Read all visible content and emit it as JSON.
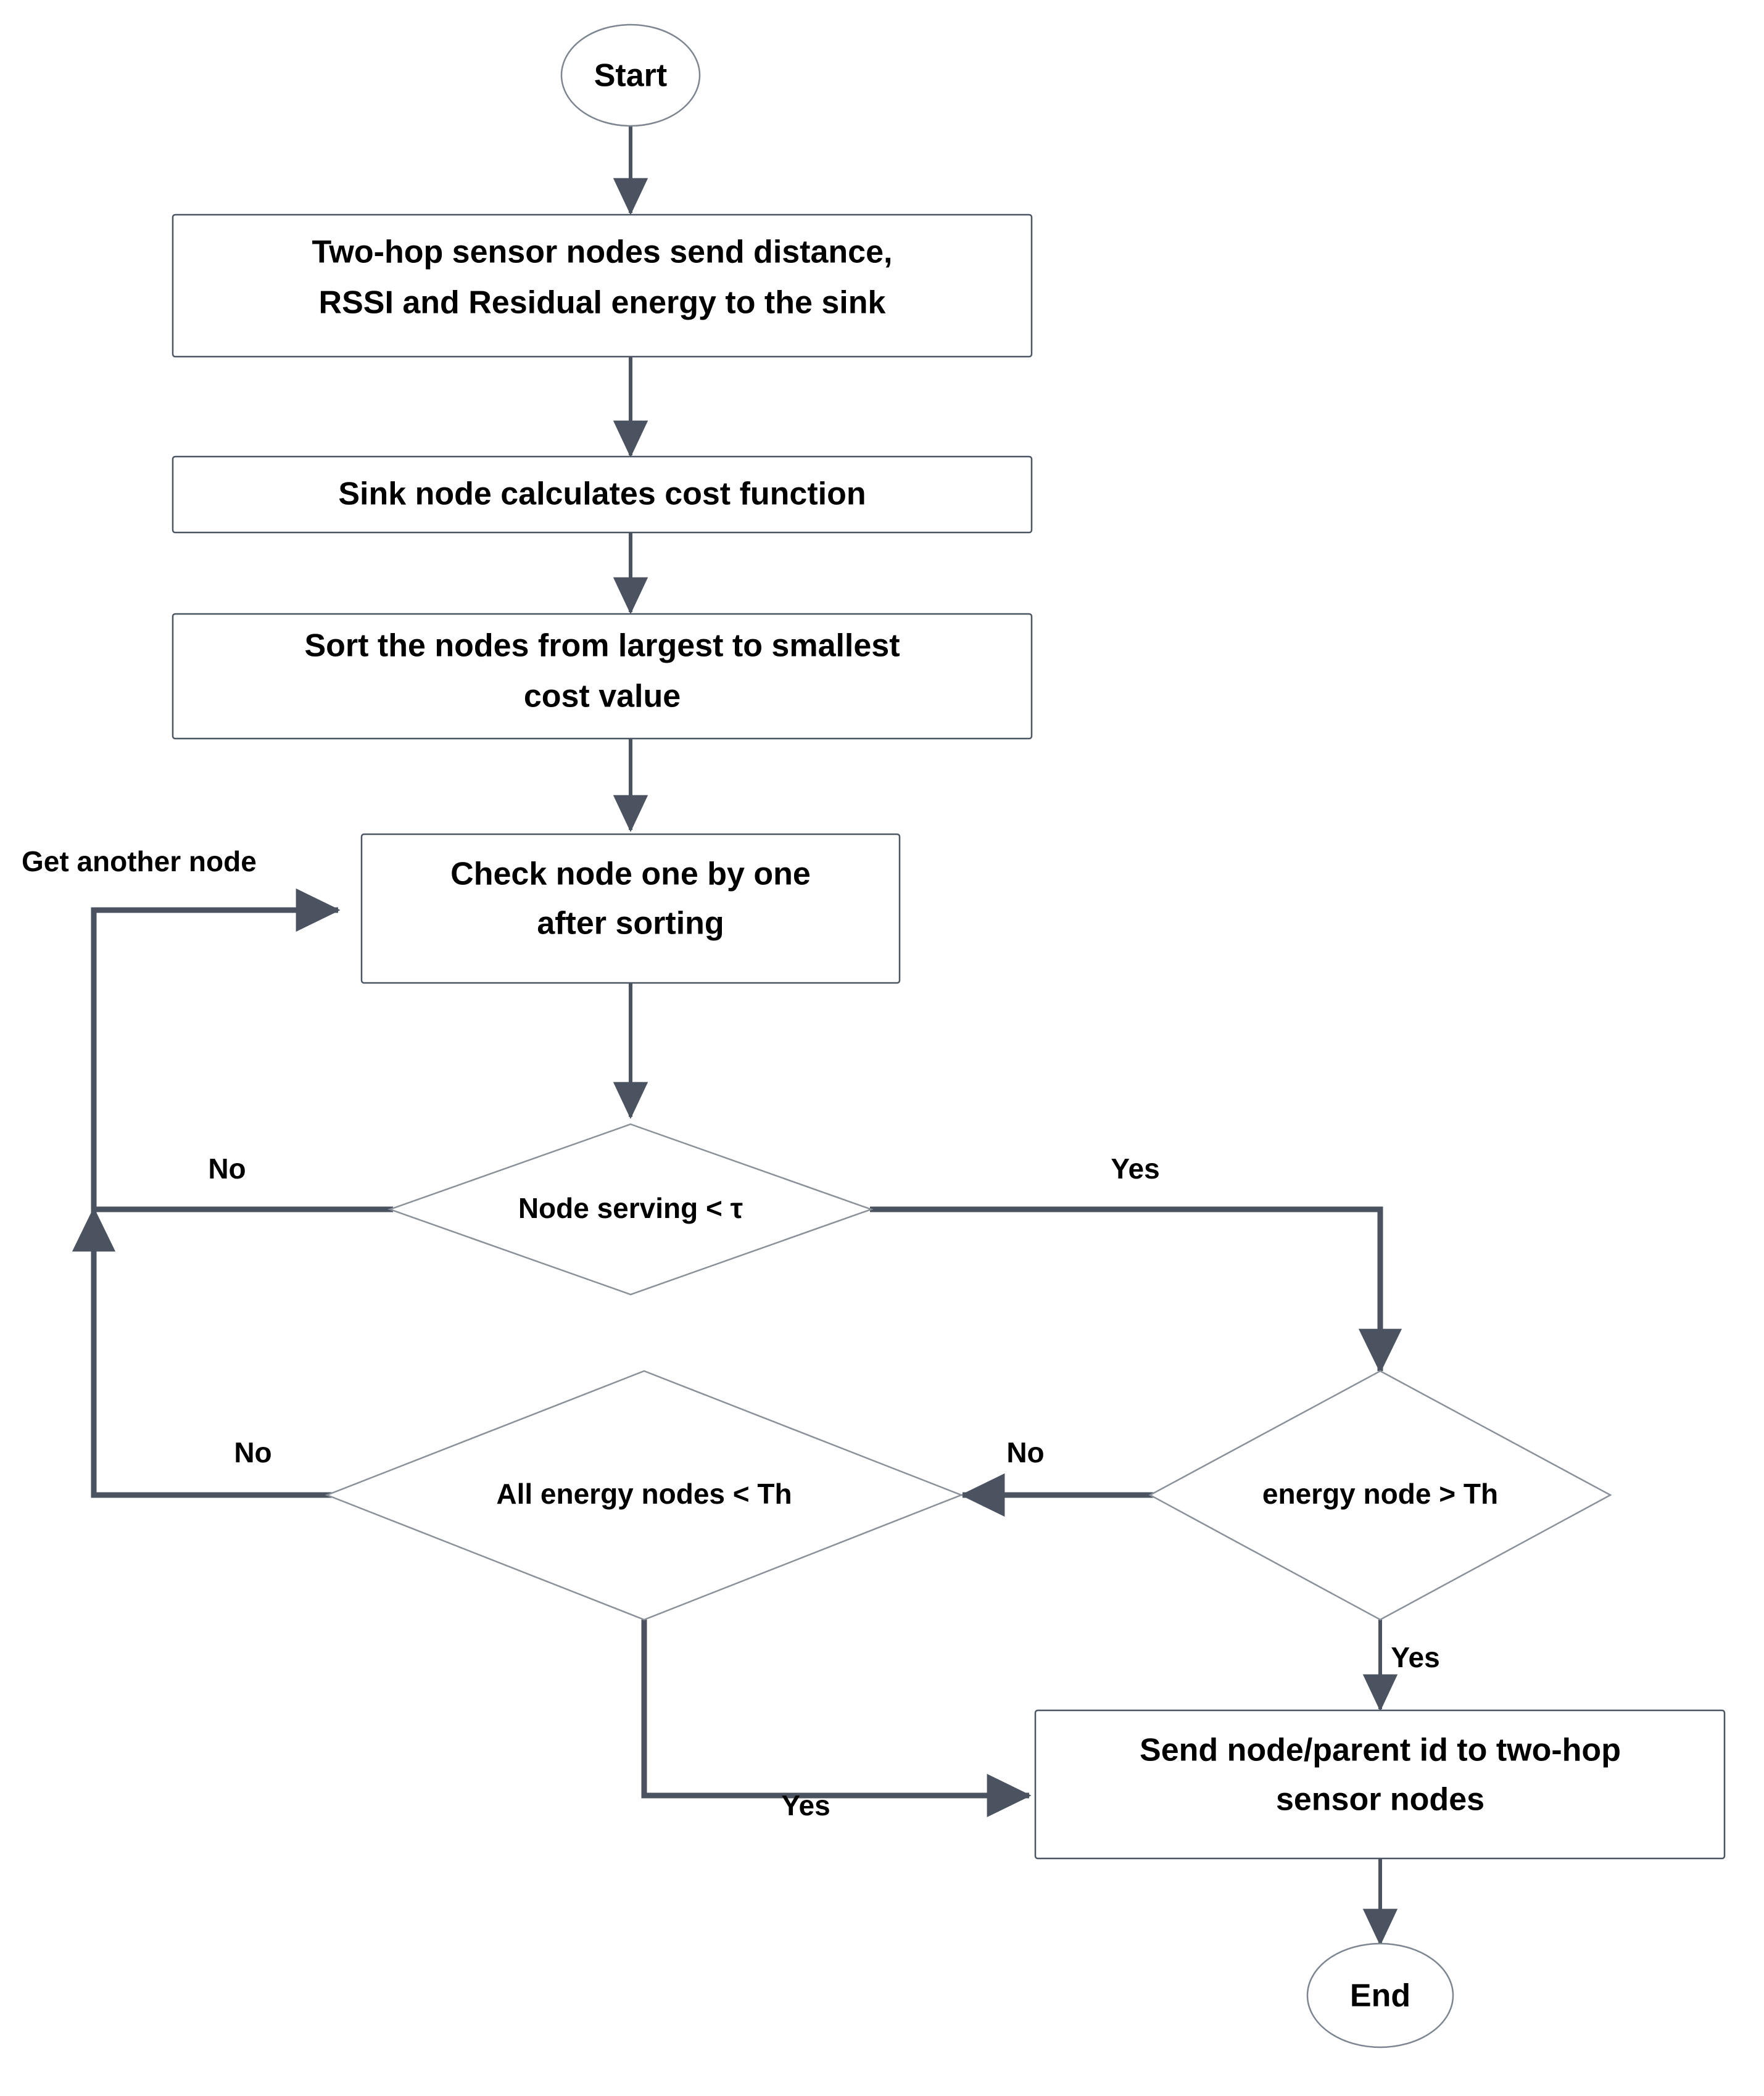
{
  "diagram": {
    "type": "flowchart",
    "title": "Two-hop sensor node parent selection flowchart",
    "colors": {
      "background": "#ffffff",
      "node_fill": "#ffffff",
      "node_stroke": "#7d8590",
      "connector": "#4a535f",
      "text": "#000000"
    },
    "nodes": {
      "start": {
        "label": "Start",
        "shape": "oval"
      },
      "send_metrics": {
        "line1": "Two-hop sensor nodes send distance,",
        "line2": "RSSI and Residual energy to the sink",
        "shape": "process"
      },
      "cost_function": {
        "line1": "Sink node calculates cost function",
        "shape": "process"
      },
      "sort_nodes": {
        "line1": "Sort the nodes from largest to smallest",
        "line2": "cost value",
        "shape": "process"
      },
      "check_node": {
        "line1": "Check node one by one",
        "line2": "after sorting",
        "shape": "process"
      },
      "node_serving": {
        "label": "Node serving < τ",
        "shape": "decision"
      },
      "all_energy_nodes": {
        "label": "All energy nodes < Th",
        "shape": "decision"
      },
      "energy_node": {
        "label": "energy node > Th",
        "shape": "decision"
      },
      "send_parent_id": {
        "line1": "Send node/parent id to two-hop",
        "line2": "sensor nodes",
        "shape": "process"
      },
      "end": {
        "label": "End",
        "shape": "oval"
      }
    },
    "edge_labels": {
      "get_another_node": "Get another node",
      "node_serving_no": "No",
      "node_serving_yes": "Yes",
      "all_energy_no": "No",
      "all_energy_yes": "Yes",
      "energy_node_no": "No",
      "energy_node_yes": "Yes"
    },
    "edges": [
      {
        "from": "start",
        "to": "send_metrics",
        "label": ""
      },
      {
        "from": "send_metrics",
        "to": "cost_function",
        "label": ""
      },
      {
        "from": "cost_function",
        "to": "sort_nodes",
        "label": ""
      },
      {
        "from": "sort_nodes",
        "to": "check_node",
        "label": ""
      },
      {
        "from": "check_node",
        "to": "node_serving",
        "label": ""
      },
      {
        "from": "node_serving",
        "to": "check_node",
        "label": "No"
      },
      {
        "from": "node_serving",
        "to": "energy_node",
        "label": "Yes"
      },
      {
        "from": "energy_node",
        "to": "all_energy_nodes",
        "label": "No"
      },
      {
        "from": "energy_node",
        "to": "send_parent_id",
        "label": "Yes"
      },
      {
        "from": "all_energy_nodes",
        "to": "check_node",
        "label": "No"
      },
      {
        "from": "all_energy_nodes",
        "to": "send_parent_id",
        "label": "Yes"
      },
      {
        "from": "send_parent_id",
        "to": "end",
        "label": ""
      }
    ]
  }
}
